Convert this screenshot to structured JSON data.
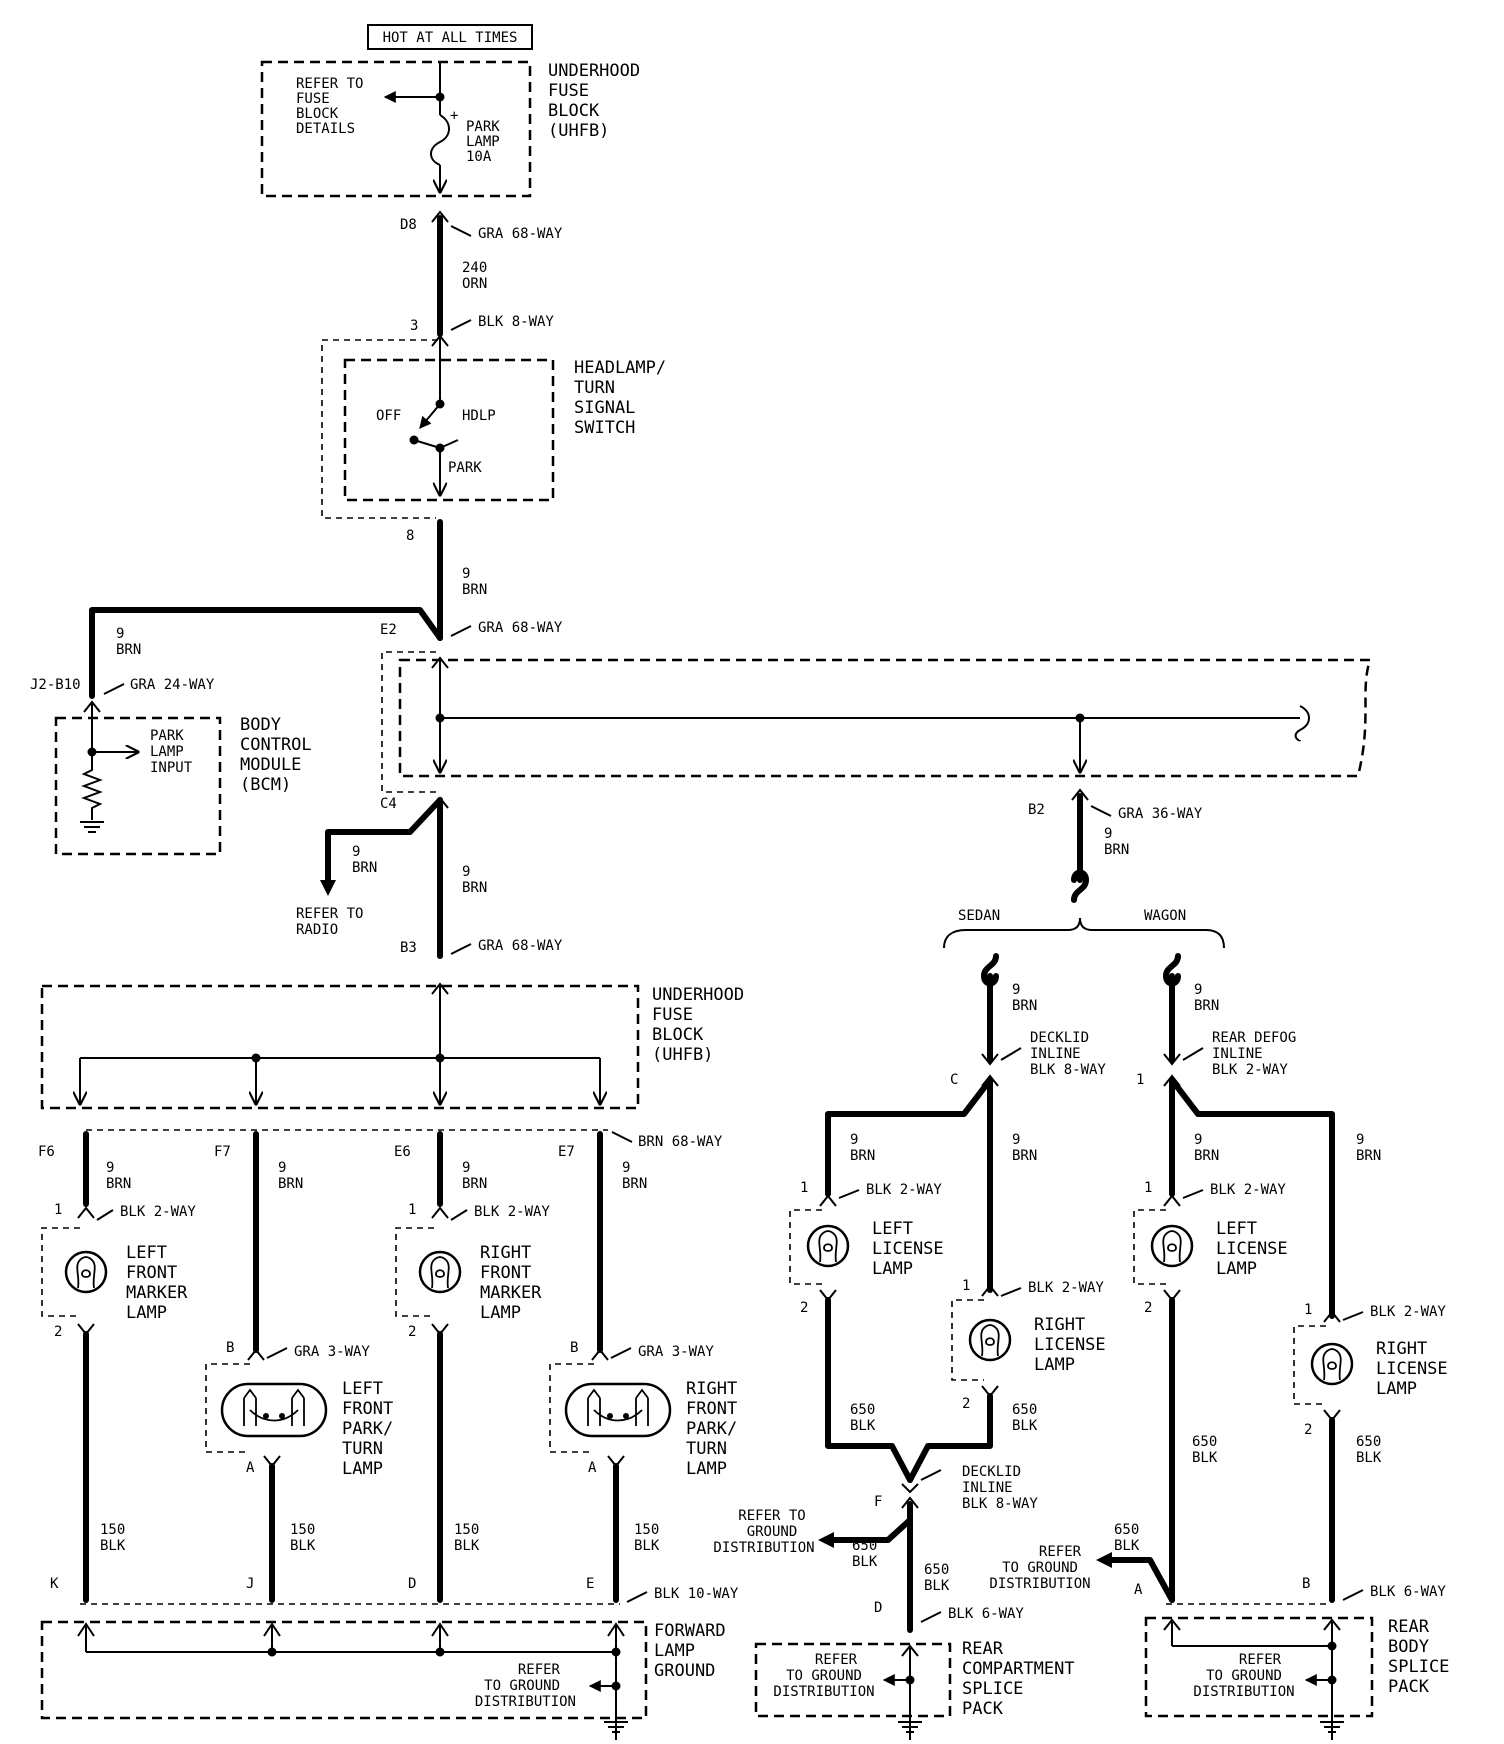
{
  "top": {
    "hot_label": "HOT AT ALL TIMES",
    "uhfb_title": [
      "UNDERHOOD",
      "FUSE",
      "BLOCK",
      "(UHFB)"
    ],
    "refer_fuse": [
      "REFER TO",
      "FUSE",
      "BLOCK",
      "DETAILS"
    ],
    "fuse_label": [
      "PARK",
      "LAMP",
      "10A"
    ],
    "fuse_plus": "+",
    "d8": "D8",
    "gra68_1": "GRA 68-WAY",
    "w240": [
      "240",
      "ORN"
    ],
    "pin3": "3",
    "blk8_1": "BLK 8-WAY"
  },
  "switch": {
    "title": [
      "HEADLAMP/",
      "TURN",
      "SIGNAL",
      "SWITCH"
    ],
    "off": "OFF",
    "hdlp": "HDLP",
    "park": "PARK",
    "pin8": "8",
    "w9_a": [
      "9",
      "BRN"
    ]
  },
  "bcm": {
    "e2": "E2",
    "gra68_2": "GRA 68-WAY",
    "w9_b": [
      "9",
      "BRN"
    ],
    "j2": "J2-B10",
    "gra24": "GRA 24-WAY",
    "input": [
      "PARK",
      "LAMP",
      "INPUT"
    ],
    "title": [
      "BODY",
      "CONTROL",
      "MODULE",
      "(BCM)"
    ]
  },
  "mid": {
    "c4": "C4",
    "w9_c": [
      "9",
      "BRN"
    ],
    "radio": [
      "REFER TO",
      "RADIO"
    ],
    "w9_d": [
      "9",
      "BRN"
    ],
    "b3": "B3",
    "gra68_3": "GRA 68-WAY",
    "b2": "B2",
    "gra36": "GRA 36-WAY",
    "w9_e": [
      "9",
      "BRN"
    ],
    "sedan": "SEDAN",
    "wagon": "WAGON"
  },
  "uhfb2": {
    "title": [
      "UNDERHOOD",
      "FUSE",
      "BLOCK",
      "(UHFB)"
    ]
  },
  "front": {
    "f6": "F6",
    "f7": "F7",
    "e6": "E6",
    "e7": "E7",
    "brn68": "BRN 68-WAY",
    "w9": [
      "9",
      "BRN"
    ],
    "pin1": "1",
    "pin2": "2",
    "pinB": "B",
    "pinA": "A",
    "blk2": "BLK 2-WAY",
    "gra3": "GRA 3-WAY",
    "lfm": [
      "LEFT",
      "FRONT",
      "MARKER",
      "LAMP"
    ],
    "rfm": [
      "RIGHT",
      "FRONT",
      "MARKER",
      "LAMP"
    ],
    "lfp": [
      "LEFT",
      "FRONT",
      "PARK/",
      "TURN",
      "LAMP"
    ],
    "rfp": [
      "RIGHT",
      "FRONT",
      "PARK/",
      "TURN",
      "LAMP"
    ],
    "w150": [
      "150",
      "BLK"
    ],
    "k": "K",
    "j": "J",
    "d": "D",
    "e": "E",
    "blk10": "BLK 10-WAY",
    "flg": [
      "FORWARD",
      "LAMP",
      "GROUND"
    ],
    "refer_gnd": [
      "REFER",
      "TO GROUND",
      "DISTRIBUTION"
    ]
  },
  "rear": {
    "w9": [
      "9",
      "BRN"
    ],
    "decklid_c": [
      "DECKLID",
      "INLINE",
      "BLK 8-WAY"
    ],
    "defog": [
      "REAR DEFOG",
      "INLINE",
      "BLK 2-WAY"
    ],
    "c": "C",
    "one": "1",
    "pin1": "1",
    "pin2": "2",
    "blk2": "BLK 2-WAY",
    "llic": [
      "LEFT",
      "LICENSE",
      "LAMP"
    ],
    "rlic": [
      "RIGHT",
      "LICENSE",
      "LAMP"
    ],
    "w650": [
      "650",
      "BLK"
    ],
    "f": "F",
    "decklid_f": [
      "DECKLID",
      "INLINE",
      "BLK 8-WAY"
    ],
    "refer_gnd_dist": [
      "REFER TO",
      "GROUND",
      "DISTRIBUTION"
    ],
    "refer_gnd_b": [
      "REFER",
      "TO GROUND",
      "DISTRIBUTION"
    ],
    "d": "D",
    "blk6": "BLK 6-WAY",
    "a": "A",
    "b": "B",
    "rcsp": [
      "REAR",
      "COMPARTMENT",
      "SPLICE",
      "PACK"
    ],
    "rbsp": [
      "REAR",
      "BODY",
      "SPLICE",
      "PACK"
    ],
    "refer_gnd": [
      "REFER",
      "TO GROUND",
      "DISTRIBUTION"
    ]
  }
}
